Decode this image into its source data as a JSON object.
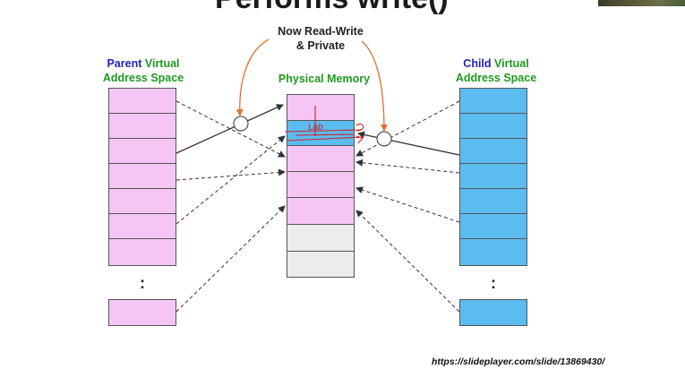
{
  "title": "Performs write()",
  "annotation": {
    "line1": "Now Read-Write",
    "line2": "& Private"
  },
  "parent_label": {
    "part1": "Parent",
    "part2": "Virtual",
    "line2": "Address Space"
  },
  "child_label": {
    "part1": "Child",
    "part2": "Virtual",
    "line2": "Address Space"
  },
  "physical_label": "Physical Memory",
  "handwritten_note": "Lab",
  "ellipsis": ":",
  "source_url": "https://slideplayer.com/slide/13869430/",
  "colors": {
    "parent_page": "#f5c6f5",
    "child_page": "#5bbcef",
    "free_frame": "#ececec",
    "parent_text": "#1f1fbf",
    "virtual_text": "#1f9a1f",
    "annotation_arrow": "#e07030",
    "handwriting": "#d02020"
  }
}
